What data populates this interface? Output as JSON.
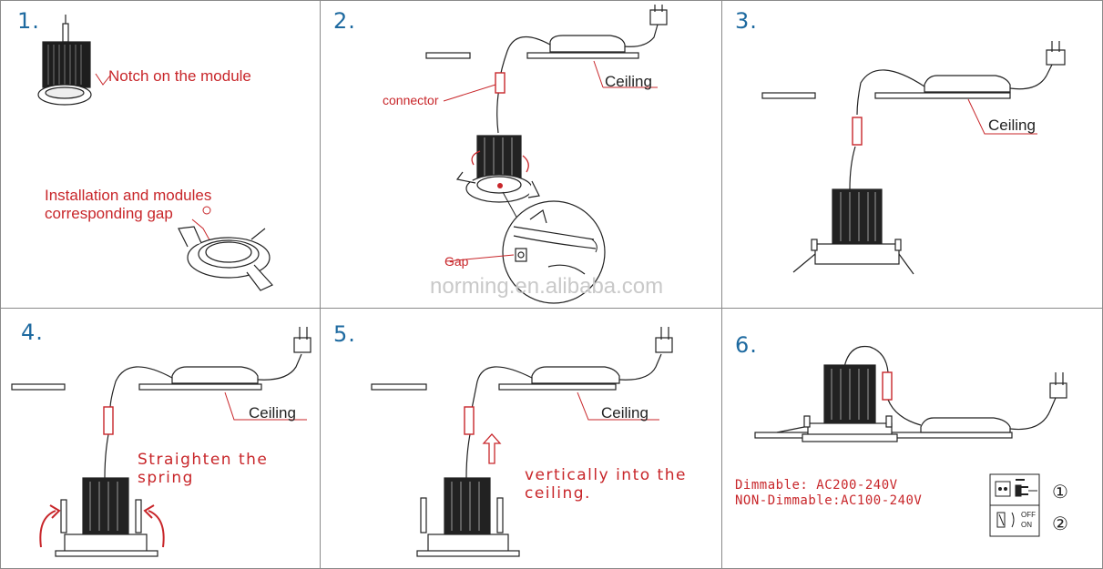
{
  "steps": [
    {
      "number": "1.",
      "callouts": {
        "notch": "Notch on the module",
        "gap": "Installation and modules\ncorresponding gap"
      }
    },
    {
      "number": "2.",
      "labels": {
        "connector": "connector",
        "ceiling": "Ceiling",
        "gap": "Gap"
      }
    },
    {
      "number": "3.",
      "labels": {
        "ceiling": "Ceiling"
      }
    },
    {
      "number": "4.",
      "labels": {
        "ceiling": "Ceiling",
        "instruction": "Straighten the\nspring"
      }
    },
    {
      "number": "5.",
      "labels": {
        "ceiling": "Ceiling",
        "instruction": "vertically into the\nceiling."
      }
    },
    {
      "number": "6.",
      "specs": {
        "dimmable": "Dimmable: AC200-240V",
        "non_dimmable": "NON-Dimmable:AC100-240V"
      },
      "legend": {
        "off": "OFF",
        "on": "ON",
        "mark1": "①",
        "mark2": "②",
        "icons": [
          "outlet-plug-icon",
          "rocker-switch-icon"
        ]
      }
    }
  ],
  "watermark": "norming.en.alibaba.com",
  "colors": {
    "step_number": "#1e6aa0",
    "annotation": "#c8262a",
    "connector": "#d04040",
    "line": "#222222",
    "border": "#8a8a8a"
  }
}
